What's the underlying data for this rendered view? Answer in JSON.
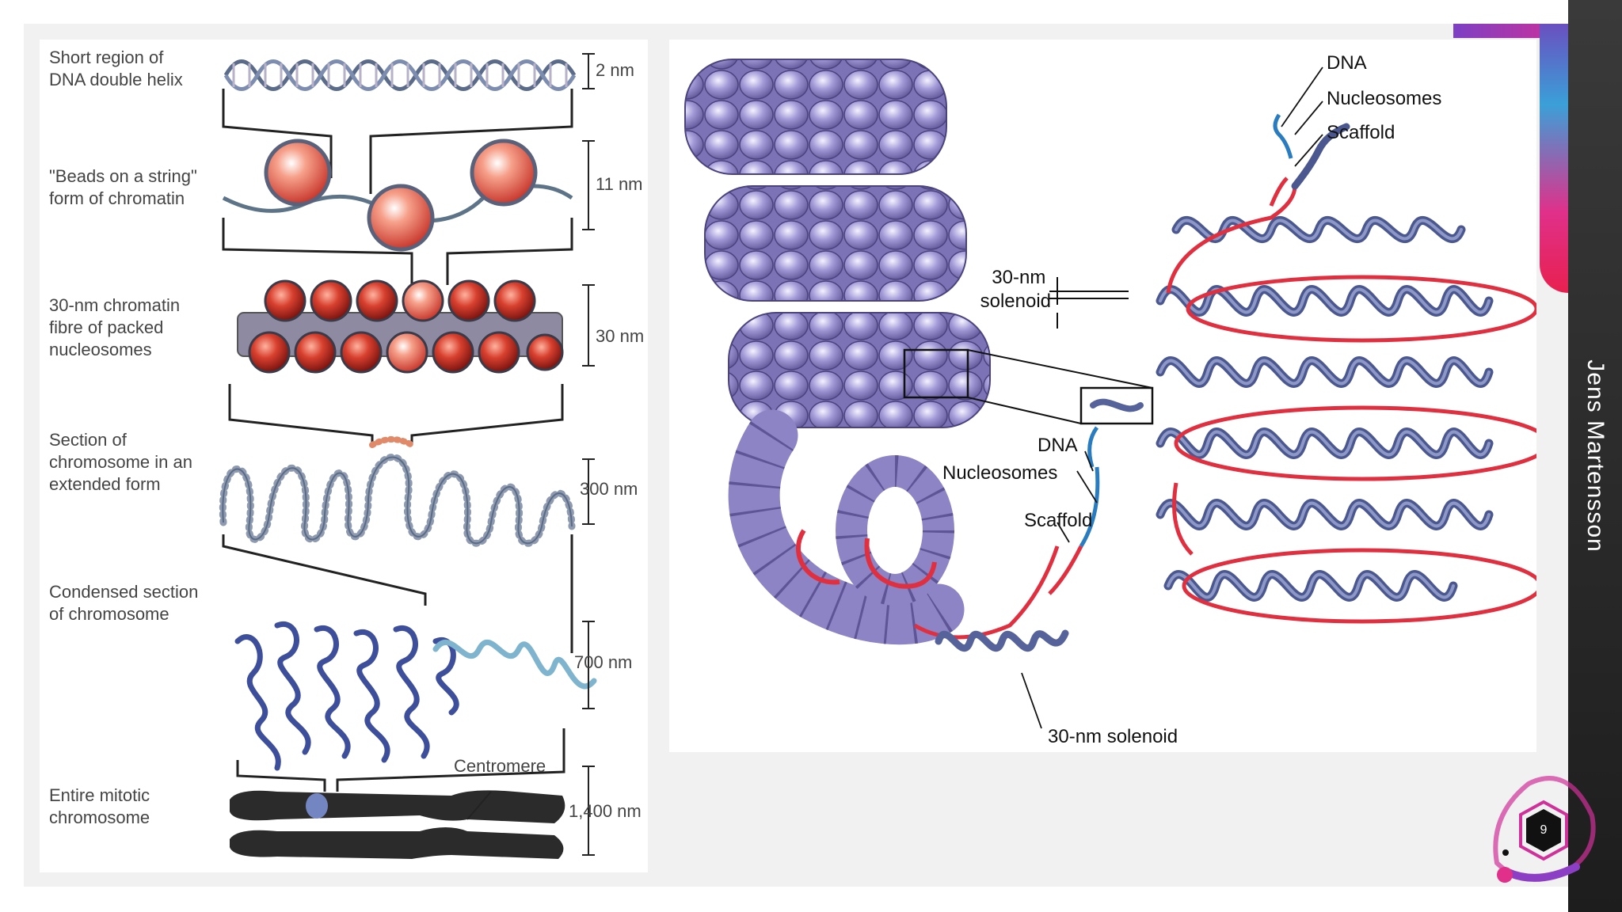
{
  "author": "Jens Martensson",
  "page_number": "9",
  "left_diagram": {
    "rows": [
      {
        "label_lines": [
          "Short region of",
          "DNA double helix"
        ],
        "size": "2 nm"
      },
      {
        "label_lines": [
          "\"Beads on a string\"",
          "form of chromatin"
        ],
        "size": "11 nm"
      },
      {
        "label_lines": [
          "30-nm chromatin",
          "fibre of packed",
          "nucleosomes"
        ],
        "size": "30 nm"
      },
      {
        "label_lines": [
          "Section of",
          "chromosome in an",
          "extended form"
        ],
        "size": "300 nm"
      },
      {
        "label_lines": [
          "Condensed section",
          "of chromosome"
        ],
        "size": "700 nm"
      },
      {
        "label_lines": [
          "Entire mitotic",
          "chromosome"
        ],
        "size": "1,400 nm"
      }
    ],
    "centromere_label": "Centromere"
  },
  "right_diagram": {
    "top_labels": [
      "DNA",
      "Nucleosomes",
      "Scaffold"
    ],
    "solenoid_label_lines": [
      "30-nm",
      "solenoid"
    ],
    "middle_labels": [
      "DNA",
      "Nucleosomes",
      "Scaffold"
    ],
    "bottom_label": "30-nm solenoid"
  },
  "colors": {
    "nucleosome_purple": "#8f87c6",
    "loop_blue": "#56639a",
    "scaffold_red": "#e03040",
    "bead_red": "#c8392e",
    "dna_blue": "#2a7cc0"
  }
}
